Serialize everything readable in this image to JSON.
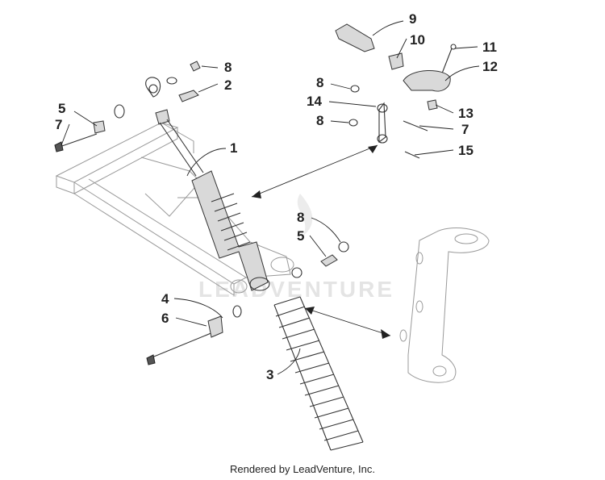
{
  "callouts": {
    "c1": "1",
    "c2": "2",
    "c3": "3",
    "c4": "4",
    "c5a": "5",
    "c5b": "5",
    "c6": "6",
    "c7a": "7",
    "c7b": "7",
    "c8a": "8",
    "c8b": "8",
    "c8c": "8",
    "c8d": "8",
    "c9": "9",
    "c10": "10",
    "c11": "11",
    "c12": "12",
    "c13": "13",
    "c14": "14",
    "c15": "15"
  },
  "watermark": "LEADVENTURE",
  "footer": "Rendered by LeadVenture, Inc."
}
